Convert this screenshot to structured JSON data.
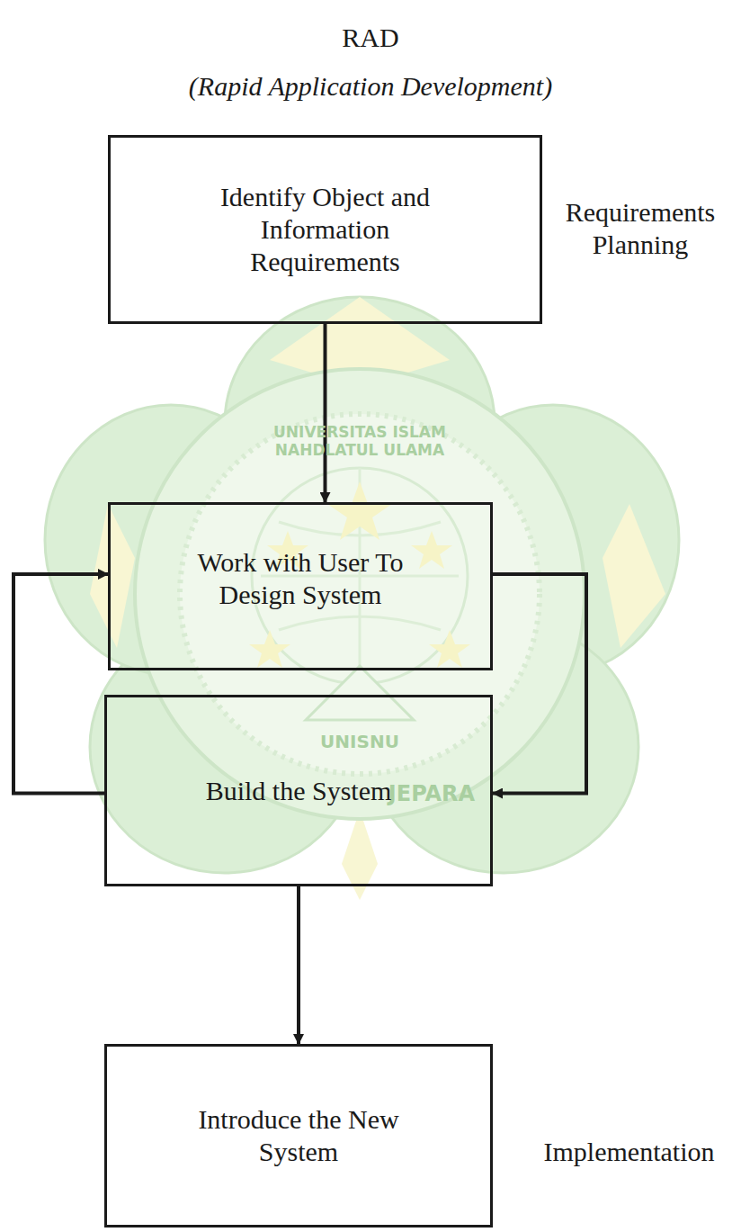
{
  "diagram": {
    "title": "RAD",
    "nodes": [
      {
        "text": [
          "Identify Object and Information Requirements"
        ]
      },
      {
        "text": [
          "Work with User To Design System"
        ]
      },
      {
        "text": [
          "Build the System"
        ]
      },
      {
        "text": [
          "Introduce the New System"
        ]
      }
    ],
    "edges": [
      {
        "from": 0,
        "to": 1,
        "arrow": "to"
      },
      {
        "from": 1,
        "to": 2,
        "arrow": "to"
      },
      {
        "from": 2,
        "to": 1,
        "arrow": "to"
      },
      {
        "from": 2,
        "to": 3,
        "arrow": "to"
      }
    ],
    "labels": [
      "(Rapid Application Development)",
      "Requirements Planning",
      "Implementation",
      "UNIVERSITAS ISLAM NAHDLATUL ULAMA",
      "UNISNU",
      "JEPARA"
    ]
  }
}
